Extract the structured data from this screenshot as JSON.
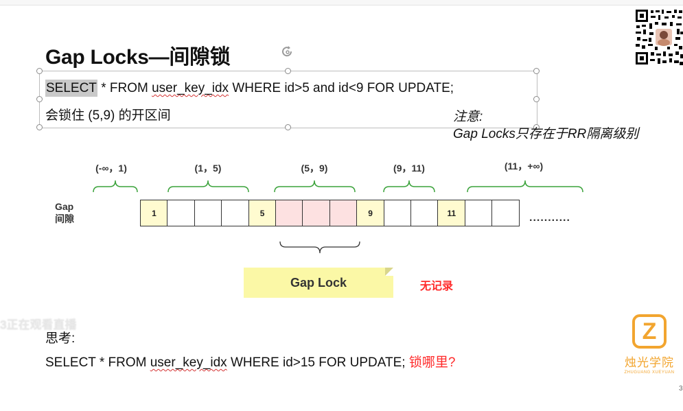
{
  "slide": {
    "title": "Gap Locks—间隙锁",
    "sql1_select": "SELECT",
    "sql1_before": " * FROM ",
    "sql1_table": "user_key_idx",
    "sql1_after": " WHERE id>5 and id<9 FOR UPDATE;",
    "line2": "会锁住 (5,9) 的开区间",
    "note_title": "注意:",
    "note_body": "Gap Locks只存在于RR隔离级别"
  },
  "diagram": {
    "intervals": [
      "(-∞，1)",
      "(1，5)",
      "(5，9)",
      "(9，11)",
      "(11，+∞)"
    ],
    "gap_label": [
      "Gap",
      "间隙"
    ],
    "cells": [
      {
        "label": "1",
        "kind": "record"
      },
      {
        "label": "",
        "kind": "empty"
      },
      {
        "label": "",
        "kind": "empty"
      },
      {
        "label": "",
        "kind": "empty"
      },
      {
        "label": "5",
        "kind": "record"
      },
      {
        "label": "",
        "kind": "gap"
      },
      {
        "label": "",
        "kind": "gap"
      },
      {
        "label": "",
        "kind": "gap"
      },
      {
        "label": "9",
        "kind": "record"
      },
      {
        "label": "",
        "kind": "empty"
      },
      {
        "label": "",
        "kind": "empty"
      },
      {
        "label": "11",
        "kind": "record"
      },
      {
        "label": "",
        "kind": "empty"
      },
      {
        "label": "",
        "kind": "empty"
      }
    ],
    "ellipsis": "...........",
    "gap_lock_label": "Gap Lock",
    "no_record": "无记录"
  },
  "overlay": {
    "watermark": "3正在观看直播"
  },
  "think": {
    "label": "思考:",
    "sql_before": "SELECT * FROM ",
    "sql_table": "user_key_idx",
    "sql_after": " WHERE id>15 FOR UPDATE; ",
    "question": "锁哪里?"
  },
  "logo": {
    "letter": "Z",
    "name": "烛光学院",
    "en": "ZHUGUANG XUEYUAN"
  },
  "page_number": "3",
  "colors": {
    "record_cell": "#fffbd0",
    "gap_cell": "#fde1e1",
    "brace_green": "#3aa23a",
    "note_card": "#fbf8a6",
    "accent_red": "#ff2a2a",
    "logo_orange": "#f2a52f"
  }
}
